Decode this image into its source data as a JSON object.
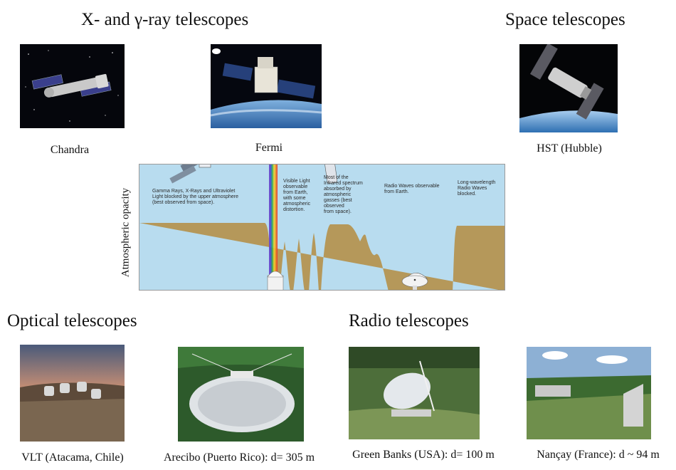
{
  "headings": {
    "xgamma": "X- and γ-ray telescopes",
    "space": "Space telescopes",
    "optical": "Optical telescopes",
    "radio": "Radio telescopes"
  },
  "captions": {
    "chandra": "Chandra",
    "fermi": "Fermi",
    "hst": "HST (Hubble)",
    "vlt": "VLT (Atacama, Chile)",
    "arecibo": "Arecibo (Puerto Rico): d= 305 m",
    "greenbanks": "Green Banks (USA): d= 100 m",
    "nancay": "Nançay (France): d ~ 94 m"
  },
  "diagram": {
    "ylabel": "Atmospheric opacity",
    "notes": {
      "gamma": "Gamma Rays, X-Rays and Ultraviolet\nLight blocked by the upper atmosphere\n(best observed from space).",
      "visible": "Visible Light\nobservable\nfrom Earth,\nwith some\natmospheric\ndistortion.",
      "infrared": "Most of the\nInfrared spectrum\nabsorbed by\natmospheric\ngasses (best\nobserved\nfrom space).",
      "radio": "Radio Waves observable\nfrom Earth.",
      "longwave": "Long-wavelength\nRadio Waves\nblocked."
    },
    "colors": {
      "sky": "#b8dcef",
      "opacity": "#b5985a"
    }
  }
}
